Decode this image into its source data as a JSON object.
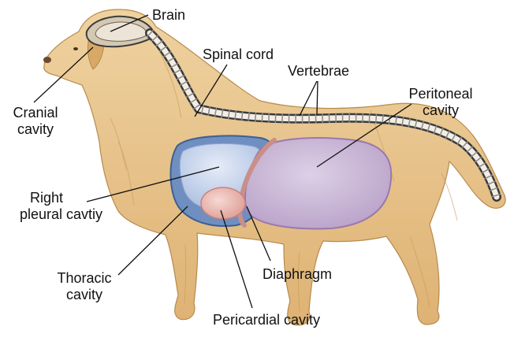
{
  "labels": {
    "brain": "Brain",
    "spinal_cord": "Spinal cord",
    "vertebrae": "Vertebrae",
    "peritoneal_cavity": [
      "Peritoneal",
      "cavity"
    ],
    "cranial_cavity": [
      "Cranial",
      "cavity"
    ],
    "right_pleural_cavity": [
      "Right",
      "pleural cavtiy"
    ],
    "thoracic_cavity": [
      "Thoracic",
      "cavity"
    ],
    "diaphragm": "Diaphragm",
    "pericardial_cavity": "Pericardial cavity"
  },
  "colors": {
    "fur": "#e8c48a",
    "fur_dark": "#c99a55",
    "spinal_cord": "#f3ede4",
    "thoracic_blue": "#6f8fc0",
    "pleural_blue": "#c9d6ee",
    "peritoneal_purple": "#c9b2d4",
    "pericardial_pink": "#e7a9a3",
    "diaphragm_pink": "#d59a92"
  }
}
